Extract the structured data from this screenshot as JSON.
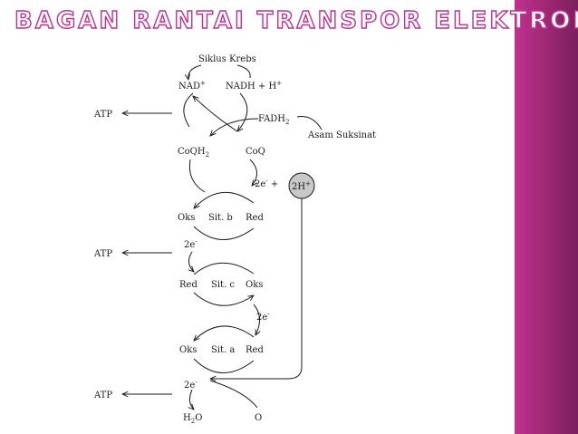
{
  "slide": {
    "title": "BAGAN RANTAI TRANSPOR ELEKTRON",
    "title_stroke_color": "#c2308e",
    "side_bar_colors": [
      "#c2308e",
      "#7a1f5c"
    ]
  },
  "diagram": {
    "siklus_krebs": "Siklus Krebs",
    "nad": {
      "base": "NAD",
      "sup": "+"
    },
    "nadh": {
      "base": "NADH + H",
      "sup": "+"
    },
    "fadh2": {
      "base": "FADH",
      "sub": "2"
    },
    "asam_suksinat": "Asam Suksinat",
    "coqh2": {
      "base": "CoQH",
      "sub": "2"
    },
    "coq": "CoQ",
    "electrons_coq": {
      "base": "2e",
      "sup": "-",
      "tail": " +"
    },
    "two_h": {
      "base": "2H",
      "sup": "+"
    },
    "two_h_fill": "#c8c8c8",
    "cyt_b": {
      "oks": "Oks",
      "name": "Sit. b",
      "red": "Red"
    },
    "electrons_b_c": {
      "base": "2e",
      "sup": "-"
    },
    "cyt_c": {
      "red": "Red",
      "name": "Sit. c",
      "oks": "Oks"
    },
    "electrons_c_a": {
      "base": "2e",
      "sup": "-"
    },
    "cyt_a": {
      "oks": "Oks",
      "name": "Sit. a",
      "red": "Red"
    },
    "electrons_a_o": {
      "base": "2e",
      "sup": "-"
    },
    "h2o": {
      "base": "H",
      "sub": "2",
      "tail": "O"
    },
    "oxygen": "O",
    "atp_labels": [
      "ATP",
      "ATP",
      "ATP"
    ]
  }
}
